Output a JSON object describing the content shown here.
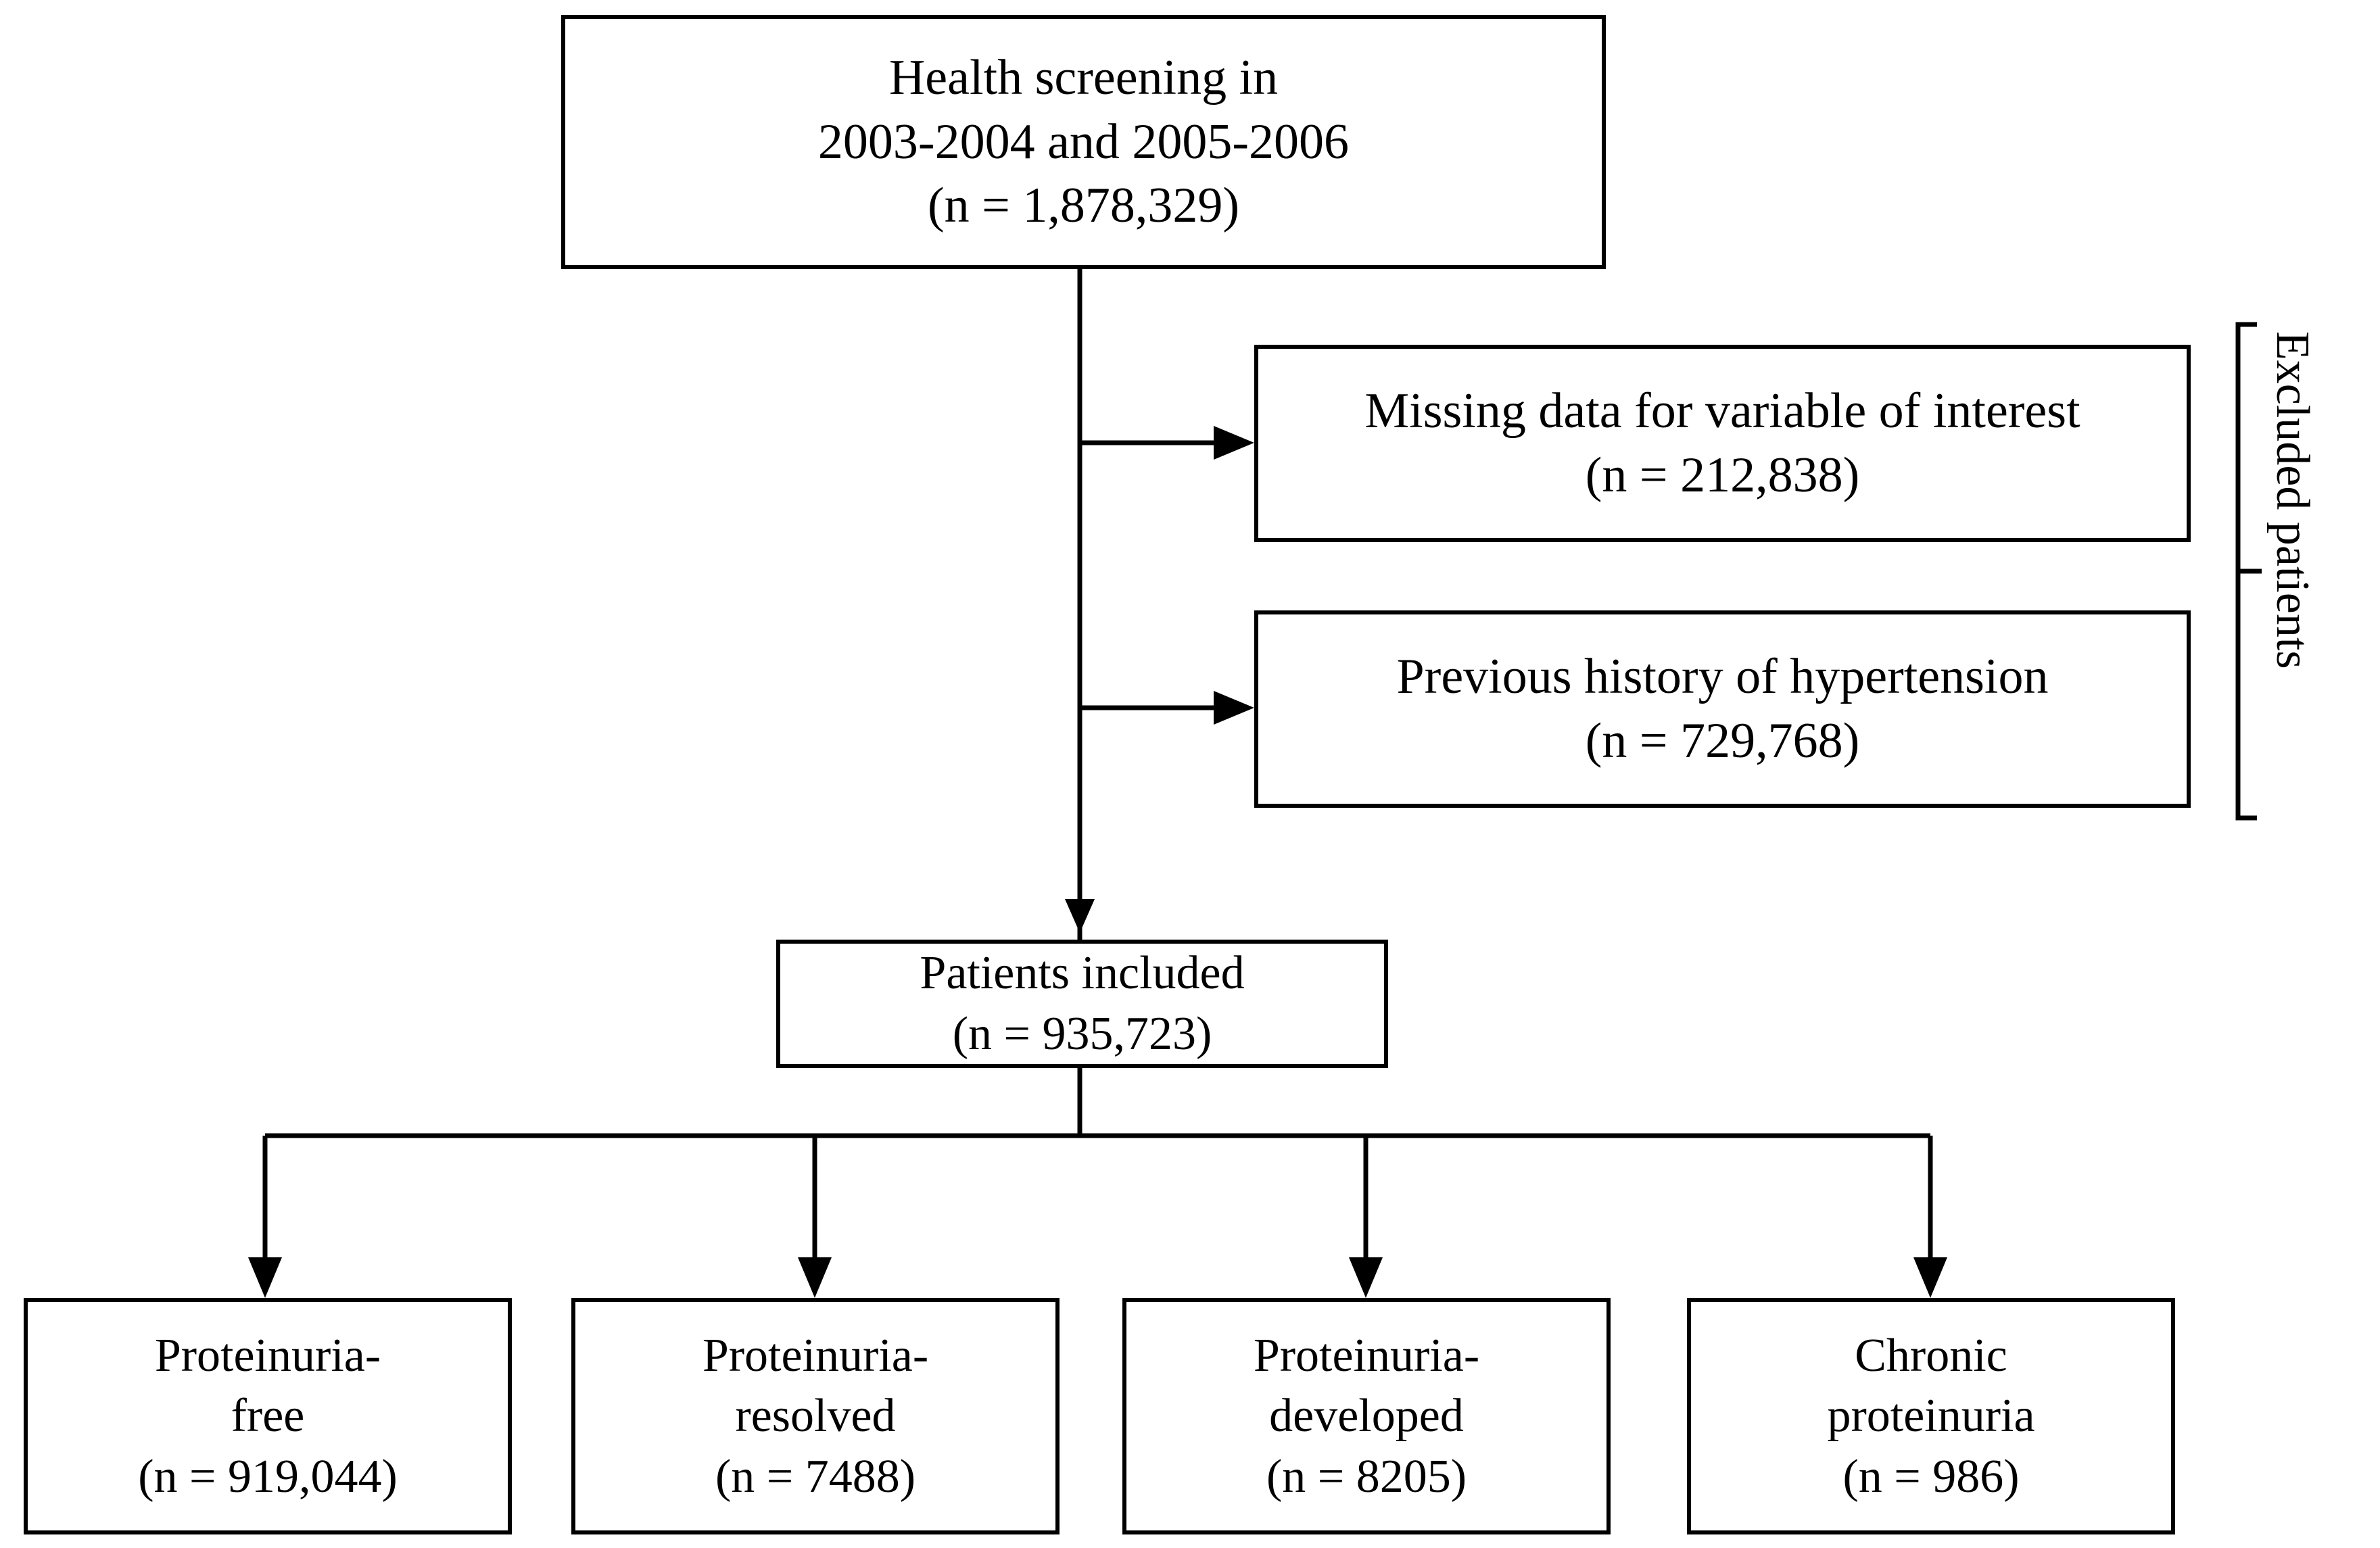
{
  "diagram": {
    "type": "flowchart",
    "title_lines": [],
    "nodes": {
      "screening": {
        "lines": [
          "Health screening in",
          "2003-2004 and 2005-2006",
          "(n = 1,878,329)"
        ]
      },
      "excluded_missing": {
        "lines": [
          "Missing data for variable of interest",
          "(n = 212,838)"
        ]
      },
      "excluded_hypertension": {
        "lines": [
          "Previous history of hypertension",
          "(n = 729,768)"
        ]
      },
      "included": {
        "lines": [
          "Patients included",
          "(n = 935,723)"
        ]
      },
      "leaf_1": {
        "lines": [
          "Proteinuria-",
          "free",
          "(n = 919,044)"
        ]
      },
      "leaf_2": {
        "lines": [
          "Proteinuria-",
          "resolved",
          "(n = 7488)"
        ]
      },
      "leaf_3": {
        "lines": [
          "Proteinuria-",
          "developed",
          "(n = 8205)"
        ]
      },
      "leaf_4": {
        "lines": [
          "Chronic",
          "proteinuria",
          "(n = 986)"
        ]
      }
    },
    "annotations": {
      "excluded_bracket_label": "Excluded patients"
    },
    "colors": {
      "stroke": "#000000",
      "background": "#ffffff",
      "text": "#000000"
    }
  }
}
